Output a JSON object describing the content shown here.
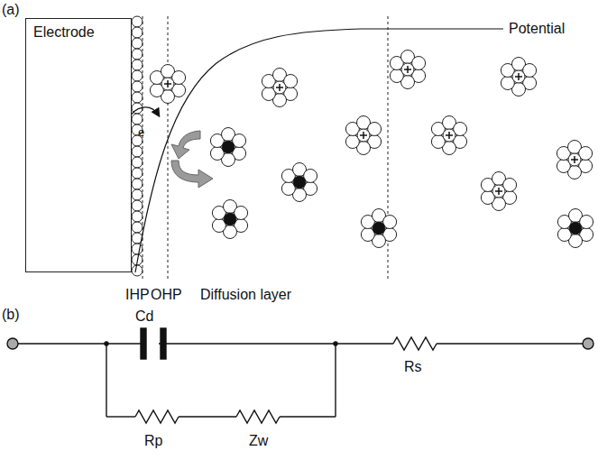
{
  "diagram": {
    "nodes": [
      {
        "text": [
          "Electrode"
        ]
      }
    ],
    "labels": [
      "(a)",
      "Potential",
      "IHP",
      "OHP",
      "Diffusion layer",
      "e",
      "(b)",
      "Cd",
      "Rp",
      "Zw",
      "Rs"
    ]
  }
}
